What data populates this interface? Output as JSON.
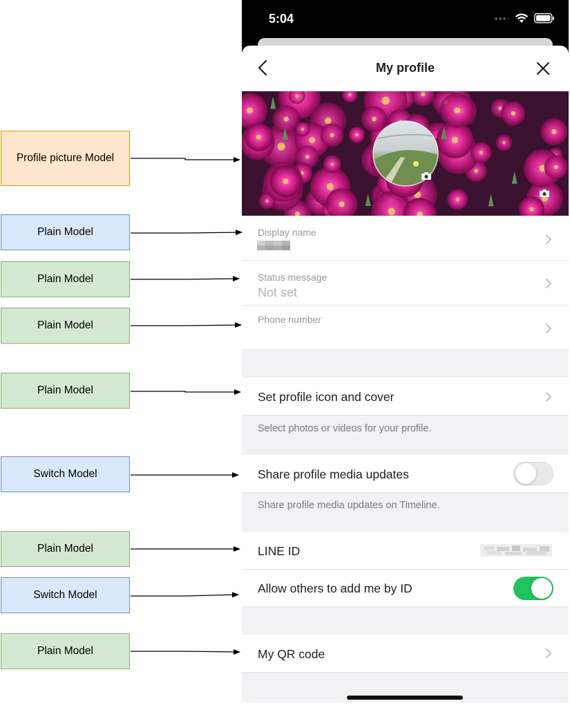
{
  "annotations": [
    {
      "label": "Profile picture Model"
    },
    {
      "label": "Plain Model"
    },
    {
      "label": "Plain Model"
    },
    {
      "label": "Plain Model"
    },
    {
      "label": "Plain Model"
    },
    {
      "label": "Switch Model"
    },
    {
      "label": "Plain Model"
    },
    {
      "label": "Switch Model"
    },
    {
      "label": "Plain Model"
    }
  ],
  "colors": {
    "orange_fill": "#ffe6cc",
    "orange_border": "#d79b00",
    "blue_fill": "#dae8fc",
    "blue_border": "#6c8ebf",
    "green_fill": "#d5e8d4",
    "green_border": "#82b366",
    "toggle_on": "#22c35e"
  },
  "phone": {
    "status_time": "5:04",
    "status_icons": [
      "signal-dots-icon",
      "wifi-icon",
      "battery-icon"
    ],
    "nav": {
      "title": "My profile",
      "back_icon": "chevron-left-icon",
      "close_icon": "close-icon"
    },
    "rows": {
      "display_name": {
        "label": "Display name"
      },
      "status_message": {
        "label": "Status message",
        "value": "Not set"
      },
      "phone_number": {
        "label": "Phone number"
      },
      "set_profile_icon": {
        "label": "Set profile icon and cover",
        "note": "Select photos or videos for your profile."
      },
      "share_updates": {
        "label": "Share profile media updates",
        "note": "Share profile media updates on Timeline.",
        "enabled": false
      },
      "line_id": {
        "label": "LINE ID"
      },
      "allow_add": {
        "label": "Allow others to add me by ID",
        "enabled": true
      },
      "qr_code": {
        "label": "My QR code"
      }
    }
  }
}
